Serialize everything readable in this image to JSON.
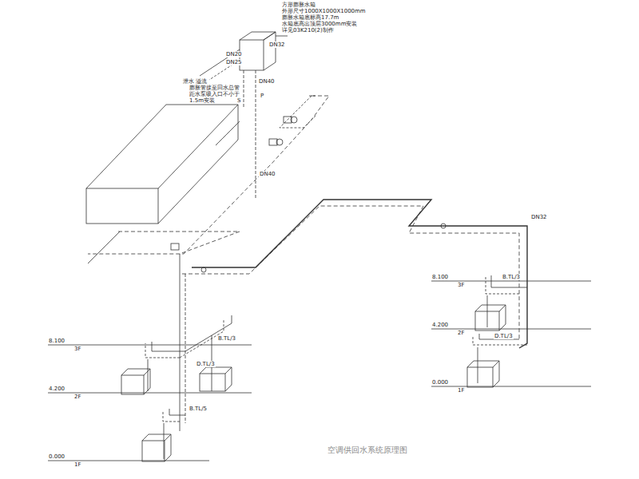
{
  "diagram": {
    "caption": "空调供回水系统原理图",
    "labels": [
      "方形膨胀水箱",
      "外形尺寸1000X1000X1000mm",
      "膨胀水箱底标高17.7m",
      "水箱底高出顶层3000mm安装",
      "详见03K210(2)制作",
      "DN32",
      "DN20",
      "DN25",
      "泄水 溢流",
      "S",
      "P",
      "DN40",
      "膨胀管接至回水总管",
      "距水泵吸入口不小于",
      "1.5m安装",
      "DN40",
      "DN32",
      "8.100",
      "3F",
      "4.200",
      "2F",
      "0.000",
      "1F",
      "8.100",
      "3F",
      "4.200",
      "2F",
      "0.000",
      "1F",
      "B.TL/3",
      "D.TL/3",
      "B.TL/5",
      "B.TL/3",
      "D.TL/3"
    ]
  }
}
